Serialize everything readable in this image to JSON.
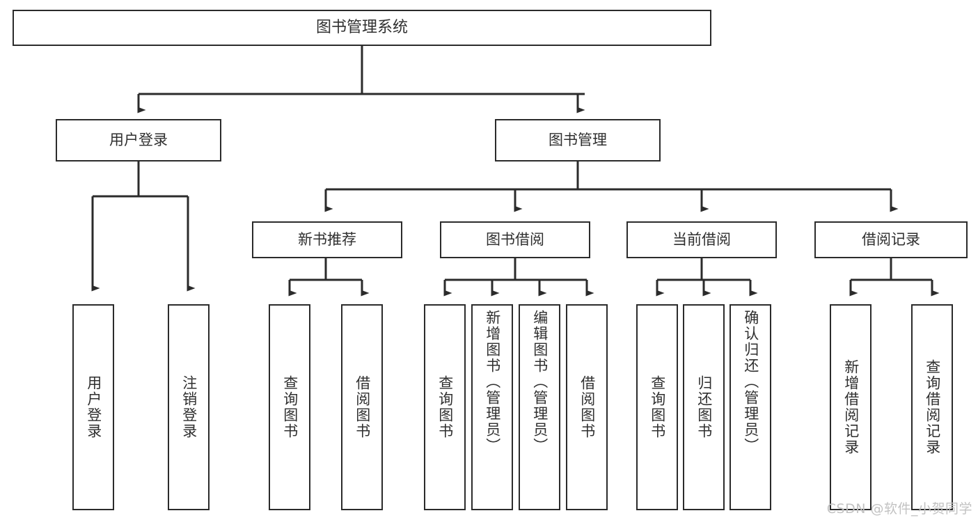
{
  "diagram": {
    "title_text": "图书管理系统",
    "watermark": "CSDN @软件_小贺同学",
    "colors": {
      "box_border": "#2b2b2b",
      "text": "#2f2f2f",
      "background": "#ffffff",
      "connector": "#2b2b2b",
      "watermark": "#c2c2c2"
    },
    "levels": {
      "root": "图书管理系统",
      "level2": [
        "用户登录",
        "图书管理"
      ],
      "level3": [
        "新书推荐",
        "图书借阅",
        "当前借阅",
        "借阅记录"
      ]
    },
    "nodes": {
      "root": {
        "label": "图书管理系统"
      },
      "user_login": {
        "label": "用户登录"
      },
      "book_manage": {
        "label": "图书管理"
      },
      "new_book_rec": {
        "label": "新书推荐"
      },
      "book_borrow": {
        "label": "图书借阅"
      },
      "current_borrow": {
        "label": "当前借阅"
      },
      "borrow_record": {
        "label": "借阅记录"
      },
      "leaf_user_login": {
        "label": "用户登录"
      },
      "leaf_logout": {
        "label": "注销登录"
      },
      "leaf_query_book_1": {
        "label": "查询图书"
      },
      "leaf_borrow_book_1": {
        "label": "借阅图书"
      },
      "leaf_query_book_2": {
        "label": "查询图书"
      },
      "leaf_add_book": {
        "label": "新增图书（管理员）"
      },
      "leaf_edit_book": {
        "label": "编辑图书（管理员）"
      },
      "leaf_borrow_book_2": {
        "label": "借阅图书"
      },
      "leaf_query_book_3": {
        "label": "查询图书"
      },
      "leaf_return_book": {
        "label": "归还图书"
      },
      "leaf_confirm_return": {
        "label": "确认归还（管理员）"
      },
      "leaf_add_record": {
        "label": "新增借阅记录"
      },
      "leaf_query_record": {
        "label": "查询借阅记录"
      }
    },
    "tree": {
      "图书管理系统": {
        "用户登录": [
          "用户登录",
          "注销登录"
        ],
        "图书管理": {
          "新书推荐": [
            "查询图书",
            "借阅图书"
          ],
          "图书借阅": [
            "查询图书",
            "新增图书（管理员）",
            "编辑图书（管理员）",
            "借阅图书"
          ],
          "当前借阅": [
            "查询图书",
            "归还图书",
            "确认归还（管理员）"
          ],
          "借阅记录": [
            "新增借阅记录",
            "查询借阅记录"
          ]
        }
      }
    }
  }
}
